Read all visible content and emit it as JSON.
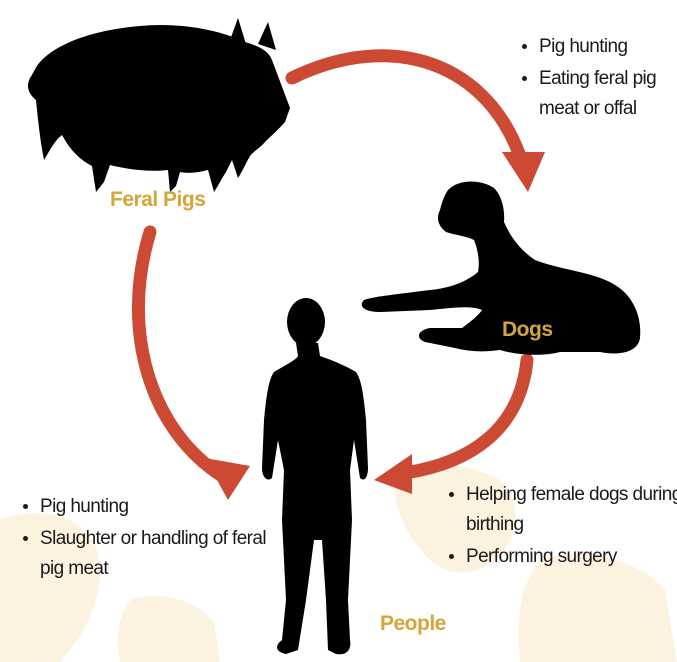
{
  "colors": {
    "arrow": "#cc4a34",
    "label": "#d4a63a",
    "silhouette": "#000000",
    "watermark": "#fbf3e0"
  },
  "labels": {
    "feral_pigs": "Feral Pigs",
    "dogs": "Dogs",
    "people": "People"
  },
  "pig_to_dog_routes": [
    "Pig hunting",
    "Eating feral pig meat or offal"
  ],
  "pig_to_people_routes": [
    "Pig hunting",
    "Slaughter or handling of feral pig meat"
  ],
  "dog_to_people_routes": [
    "Helping female dogs during birthing",
    "Performing surgery"
  ],
  "icons": [
    "feral-pig-silhouette-icon",
    "dog-silhouette-icon",
    "person-silhouette-icon"
  ]
}
